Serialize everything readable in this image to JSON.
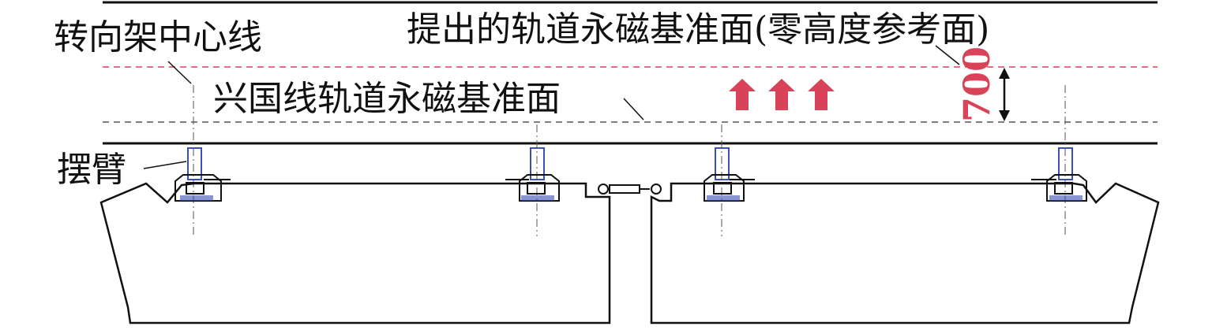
{
  "labels": {
    "bogie_centerline": "转向架中心线",
    "proposed_plane": "提出的轨道永磁基准面(零高度参考面)",
    "xingguo_plane": "兴国线轨道永磁基准面",
    "swing_arm": "摆臂"
  },
  "dimension": {
    "value": "700"
  },
  "colors": {
    "line": "#111111",
    "accent": "#d9435a",
    "arm": "#3b4fb5"
  },
  "icons": [
    "arrow-up-icon",
    "arrow-up-icon",
    "arrow-up-icon",
    "double-arrow-icon"
  ]
}
